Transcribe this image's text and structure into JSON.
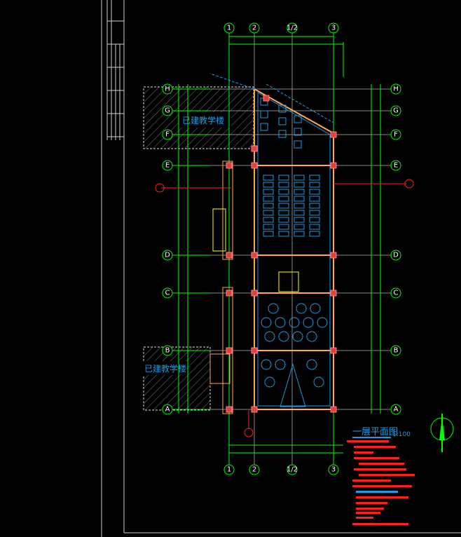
{
  "drawing": {
    "title": "一层平面图",
    "scale": "1:100",
    "existing_building_label_1": "已建教学楼",
    "existing_building_label_2": "已建教学楼"
  },
  "axes": {
    "vertical": [
      "1",
      "2",
      "1/2",
      "3"
    ],
    "horizontal": [
      "H",
      "G",
      "F",
      "E",
      "D",
      "C",
      "B",
      "A"
    ]
  },
  "colors": {
    "background": "#000000",
    "axis": "#00ff00",
    "wall": "#ffa94d",
    "furniture": "#1e9be0",
    "notes": "#ff2020",
    "column": "#e04040"
  }
}
